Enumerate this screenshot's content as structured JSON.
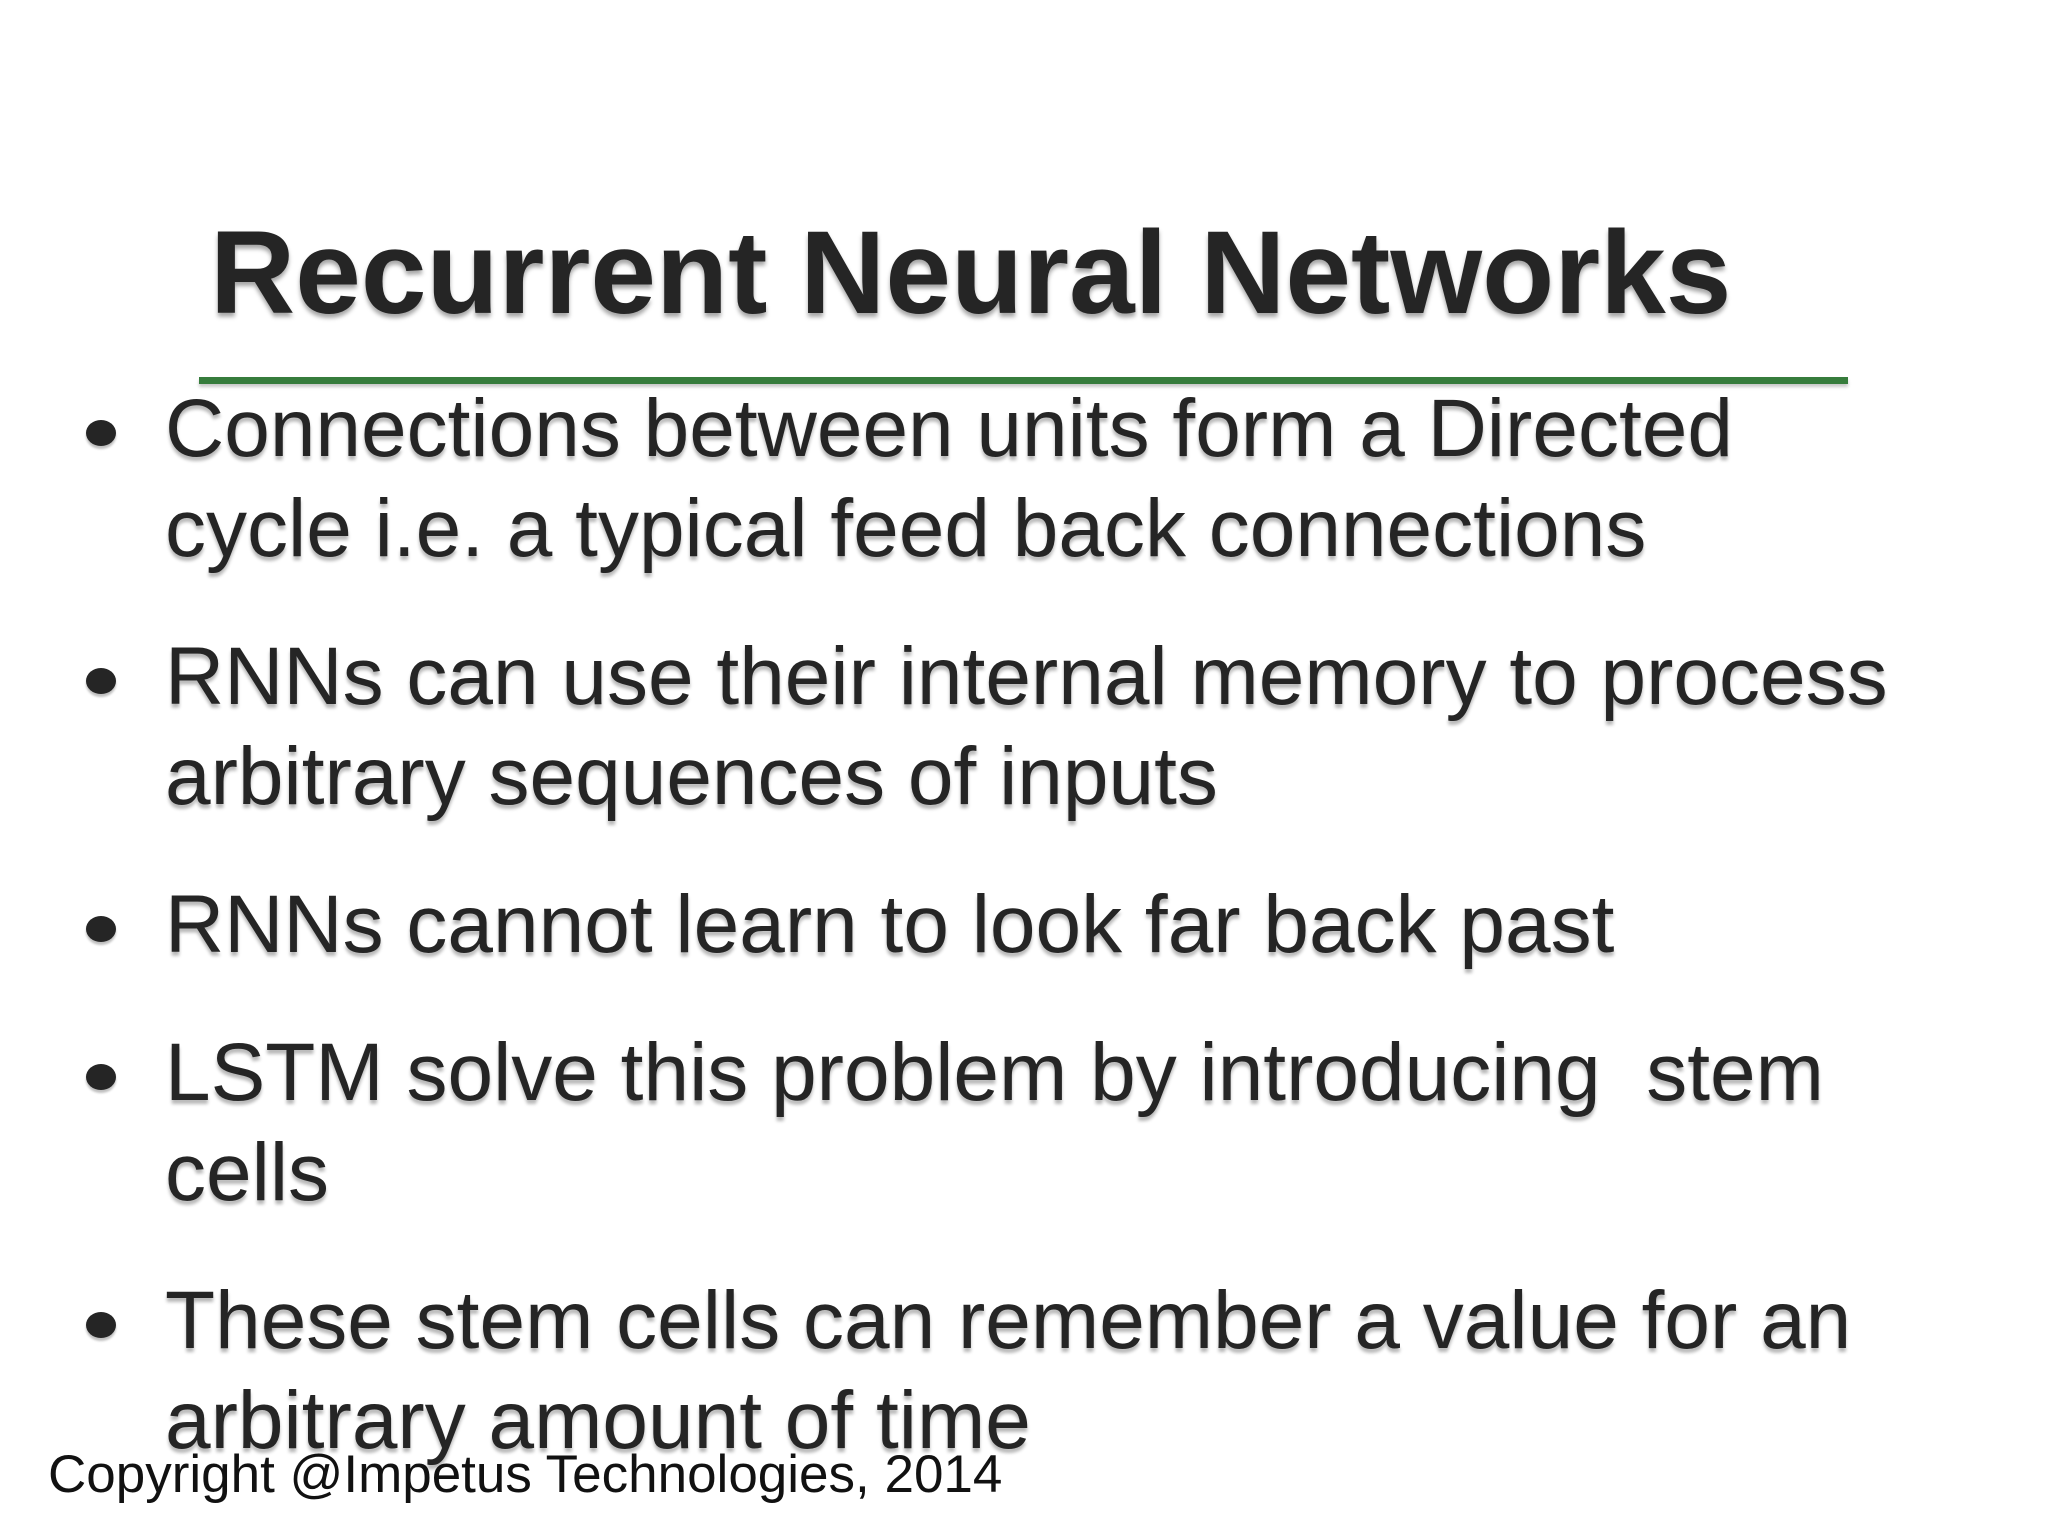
{
  "slide": {
    "title": "Recurrent Neural Networks",
    "bullets": [
      {
        "text": "Connections between units form a Directed\ncycle i.e. a typical feed back connections"
      },
      {
        "text": "RNNs can use their internal memory to process\narbitrary sequences of inputs"
      },
      {
        "text": "RNNs cannot learn to look far back past"
      },
      {
        "text": "LSTM solve this problem by introducing  stem\ncells"
      },
      {
        "text": "These stem cells can remember a value for an\narbitrary amount of time"
      }
    ],
    "footer": "Copyright @Impetus Technologies, 2014",
    "colors": {
      "accent_rule": "#367c3c",
      "text_color": "#252525",
      "footer_color": "#111111"
    }
  }
}
